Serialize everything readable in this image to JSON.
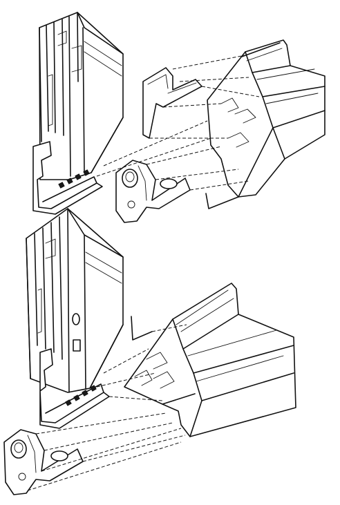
{
  "figure": {
    "kind": "exploded technical line drawing",
    "assemblies": [
      {
        "id": "upper",
        "parts": [
          "vertical-frame-profile",
          "corner-gasket",
          "horizontal-frame-profile",
          "corner-connector-cleat",
          "end-cap-strip"
        ]
      },
      {
        "id": "lower",
        "parts": [
          "vertical-frame-profile",
          "corner-gasket",
          "horizontal-frame-profile",
          "corner-connector-cleat"
        ]
      }
    ],
    "colors": {
      "line": "#111111",
      "background": "#ffffff"
    }
  }
}
